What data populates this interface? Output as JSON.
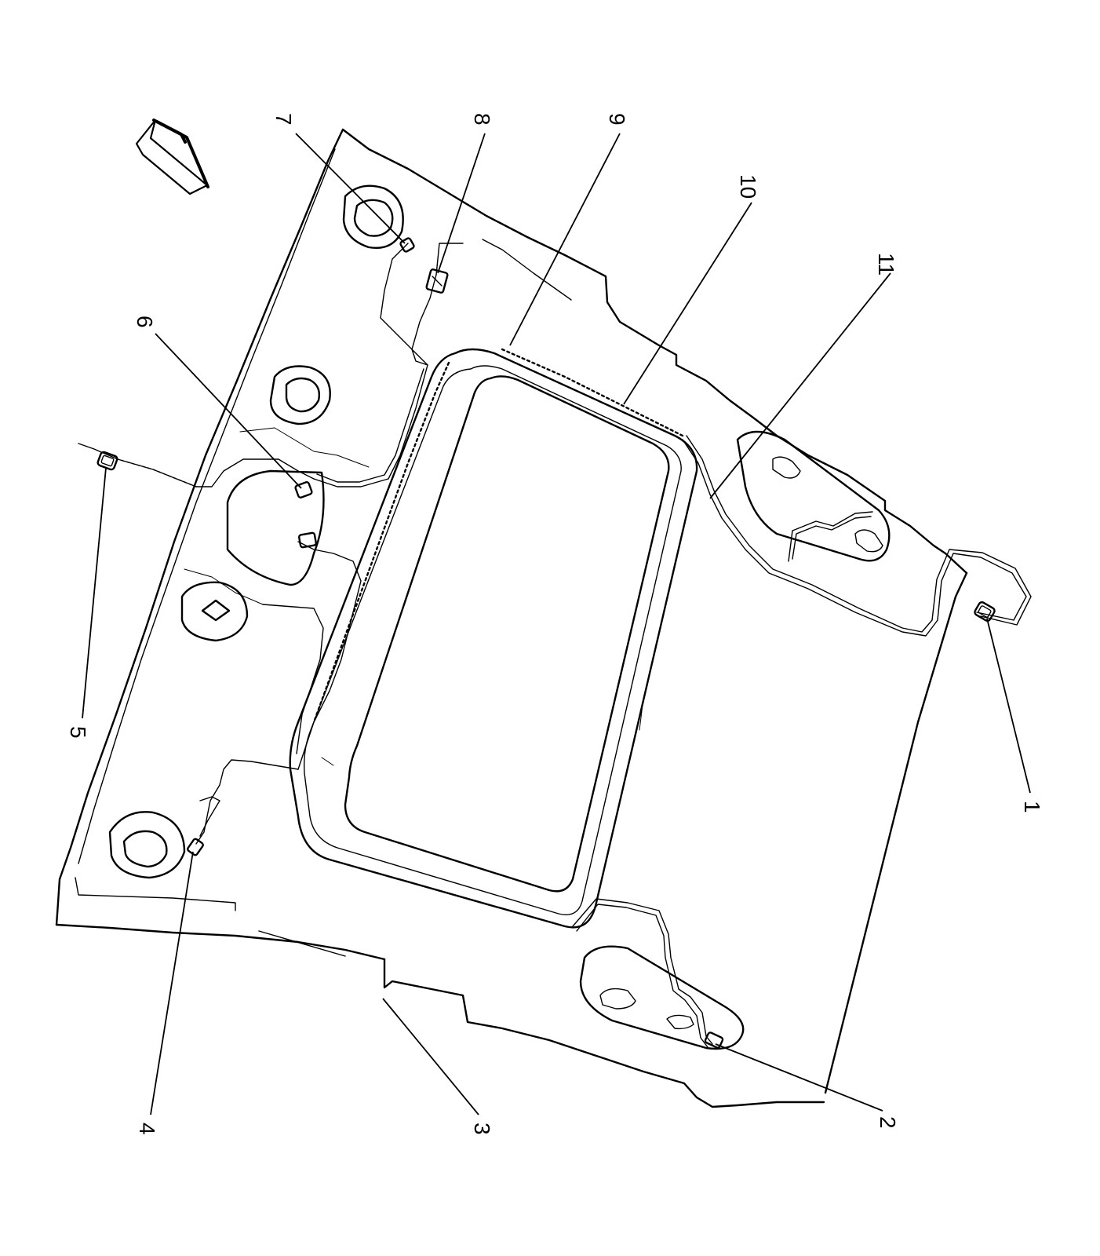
{
  "callouts": [
    {
      "id": "1",
      "label": "1"
    },
    {
      "id": "2",
      "label": "2"
    },
    {
      "id": "3",
      "label": "3"
    },
    {
      "id": "4",
      "label": "4"
    },
    {
      "id": "5",
      "label": "5"
    },
    {
      "id": "6",
      "label": "6"
    },
    {
      "id": "7",
      "label": "7"
    },
    {
      "id": "8",
      "label": "8"
    },
    {
      "id": "9",
      "label": "9"
    },
    {
      "id": "10",
      "label": "10"
    },
    {
      "id": "11",
      "label": "11"
    }
  ],
  "icons": {
    "orientation_arrow": "front-direction-arrow-icon"
  }
}
